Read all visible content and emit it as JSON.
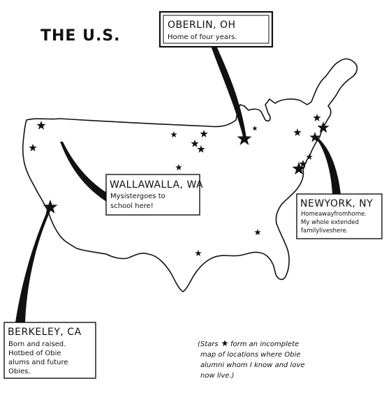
{
  "map": {
    "title": "THE U.S."
  },
  "callouts": {
    "oberlin": {
      "heading": "OBERLIN, OH",
      "lines": [
        "Home of four years."
      ]
    },
    "wallawalla": {
      "heading": "WALLAWALLA, WA",
      "lines": [
        "Mysistergoes to",
        "school here!"
      ]
    },
    "newyork": {
      "heading": "NEWYORK, NY",
      "lines": [
        "Homeawayfromhome.",
        "My whole extended",
        "familyliveshere."
      ]
    },
    "berkeley": {
      "heading": "BERKELEY, CA",
      "lines": [
        "Born and raised.",
        "Hotbed of Obie",
        "alums and future",
        "Obies."
      ]
    }
  },
  "legend_note": {
    "lines": [
      "(Stars",
      "form an incomplete",
      "map of locations where Obie",
      "alumni whom I know and love",
      "now live.)"
    ]
  },
  "colors": {
    "ink": "#111111",
    "paper": "#ffffff"
  },
  "marker_icon": "star-icon"
}
